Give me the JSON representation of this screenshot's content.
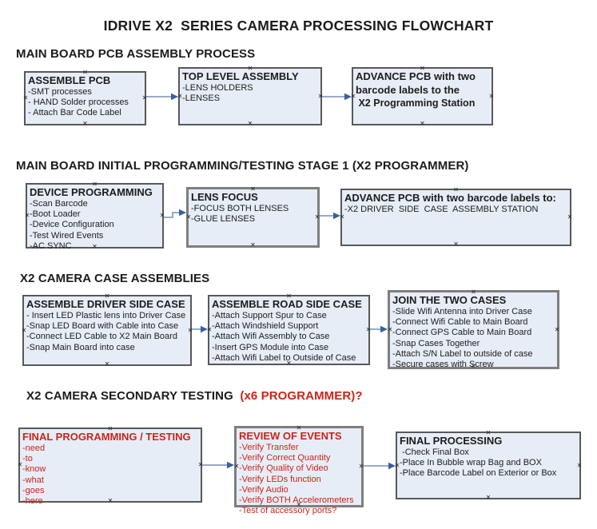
{
  "page_title": "IDRIVE X2  SERIES CAMERA PROCESSING FLOWCHART",
  "colors": {
    "text_black": "#1c1c1c",
    "red": "#cc241a",
    "box_fill": "#e7edf6",
    "box_border": "#585858",
    "box_border_thick": "#7e7e7e",
    "arrow_line": "#96abc8",
    "arrow_head": "#3a5f9f"
  },
  "sections": [
    {
      "heading": "MAIN BOARD PCB ASSEMBLY PROCESS",
      "boxes": [
        {
          "title": "ASSEMBLE PCB",
          "lines": [
            "-SMT processes",
            "- HAND Solder processes",
            "- Attach Bar Code Label"
          ]
        },
        {
          "title": "TOP LEVEL ASSEMBLY",
          "lines": [
            "-LENS HOLDERS",
            "-LENSES"
          ]
        },
        {
          "title": "ADVANCE PCB with two barcode labels to the",
          "lines": [
            " X2 Programming Station"
          ]
        }
      ]
    },
    {
      "heading": "MAIN BOARD INITIAL PROGRAMMING/TESTING STAGE 1 (X2 PROGRAMMER)",
      "boxes": [
        {
          "title": "DEVICE PROGRAMMING",
          "lines": [
            "-Scan Barcode",
            "-Boot Loader",
            "-Device Configuration",
            "-Test Wired Events",
            "-AC SYNC"
          ]
        },
        {
          "title": "LENS FOCUS",
          "lines": [
            "-FOCUS BOTH LENSES",
            "-GLUE LENSES"
          ]
        },
        {
          "title": "ADVANCE PCB with two barcode labels to:",
          "lines": [
            "-X2 DRIVER  SIDE  CASE  ASSEMBLY STATION"
          ]
        }
      ]
    },
    {
      "heading": "X2 CAMERA CASE ASSEMBLIES",
      "boxes": [
        {
          "title": "ASSEMBLE DRIVER SIDE CASE",
          "lines": [
            "- Insert LED Plastic lens into Driver Case",
            "-Snap LED Board with Cable into Case",
            "-Connect LED Cable to X2 Main Board",
            "-Snap Main Board into case"
          ]
        },
        {
          "title": "ASSEMBLE ROAD SIDE CASE",
          "lines": [
            "-Attach Support Spur to Case",
            "-Attach Windshield Support",
            "-Attach Wifi Assembly to Case",
            "-Insert GPS Module into Case",
            "-Attach Wifi Label to Outside of Case"
          ]
        },
        {
          "title": "JOIN THE TWO CASES",
          "lines": [
            "-Slide Wifi Antenna into Driver Case",
            "-Connect Wifi Cable to Main Board",
            "-Connect GPS Cable to Main Board",
            "-Snap Cases Together",
            "-Attach S/N Label to outside of case",
            "-Secure cases with Screw"
          ]
        }
      ]
    },
    {
      "heading": "X2 CAMERA SECONDARY TESTING",
      "heading_red": "  (x6 PROGRAMMER)?",
      "boxes": [
        {
          "title": "FINAL PROGRAMMING / TESTING",
          "lines": [
            "-need",
            "-to",
            "-know",
            "-what",
            "-goes",
            "-here"
          ]
        },
        {
          "title": "REVIEW OF EVENTS",
          "lines": [
            "-Verify Transfer",
            "-Verify Correct Quantity",
            "-Verify Quality of Video",
            "-Verify LEDs function",
            "-Verify Audio",
            "-Verify BOTH Accelerometers",
            "-Test of accessory ports?"
          ]
        },
        {
          "title": "FINAL PROCESSING",
          "lines": [
            " -Check Final Box",
            "-Place In Bubble wrap Bag and BOX",
            "-Place Barcode Label on Exterior or Box"
          ]
        }
      ]
    }
  ]
}
